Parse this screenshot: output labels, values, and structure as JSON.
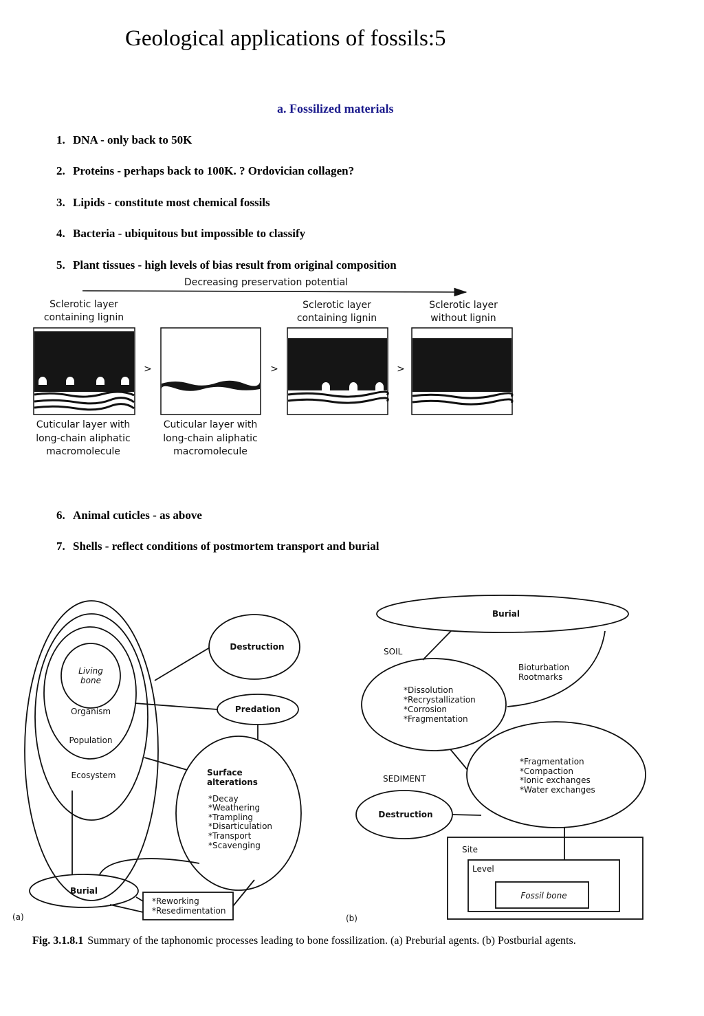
{
  "title": "Geological applications of fossils:5",
  "section": "a.  Fossilized materials",
  "items": [
    {
      "num": "1.",
      "text": "DNA - only back to 50K"
    },
    {
      "num": "2.",
      "text": "Proteins  - perhaps back to 100K.  ?  Ordovician collagen?"
    },
    {
      "num": "3.",
      "text": "Lipids - constitute most chemical fossils"
    },
    {
      "num": "4.",
      "text": "Bacteria - ubiquitous but impossible to classify"
    },
    {
      "num": "5.",
      "text": "Plant tissues - high levels of bias result from original composition"
    },
    {
      "num": "6.",
      "text": "Animal cuticles - as above"
    },
    {
      "num": "7.",
      "text": "Shells - reflect conditions of postmortem transport and burial"
    }
  ],
  "plant_figure": {
    "arrow_label": "Decreasing preservation potential",
    "top_labels": [
      [
        "Sclerotic layer",
        "containing lignin"
      ],
      [
        "Sclerotic layer",
        "containing lignin"
      ],
      [
        "Sclerotic layer",
        "without lignin"
      ]
    ],
    "bottom_labels": [
      [
        "Cuticular layer with",
        "long-chain aliphatic",
        "macromolecule"
      ],
      [
        "Cuticular layer with",
        "long-chain aliphatic",
        "macromolecule"
      ]
    ],
    "separator": ">"
  },
  "taphonomy_a": {
    "panel_label": "(a)",
    "nested": [
      "Living",
      "bone",
      "Organism",
      "Population",
      "Ecosystem"
    ],
    "destruction": "Destruction",
    "predation": "Predation",
    "surface_title": [
      "Surface",
      "alterations"
    ],
    "surface_list": [
      "*Decay",
      "*Weathering",
      "*Trampling",
      "*Disarticulation",
      "*Transport",
      "*Scavenging"
    ],
    "burial": "Burial",
    "rework": [
      "*Reworking",
      "*Resedimentation"
    ]
  },
  "taphonomy_b": {
    "panel_label": "(b)",
    "burial": "Burial",
    "soil": "SOIL",
    "bioturbation": [
      "Bioturbation",
      "Rootmarks"
    ],
    "soil_list": [
      "*Dissolution",
      "*Recrystallization",
      "*Corrosion",
      "*Fragmentation"
    ],
    "sediment": "SEDIMENT",
    "sediment_list": [
      "*Fragmentation",
      "*Compaction",
      "*Ionic exchanges",
      "*Water exchanges"
    ],
    "destruction": "Destruction",
    "site": "Site",
    "level": "Level",
    "fossil_bone": "Fossil bone"
  },
  "caption": {
    "label": "Fig. 3.1.8.1",
    "text": "Summary of the taphonomic processes leading to bone fossilization. (a) Preburial agents. (b) Postburial agents."
  }
}
